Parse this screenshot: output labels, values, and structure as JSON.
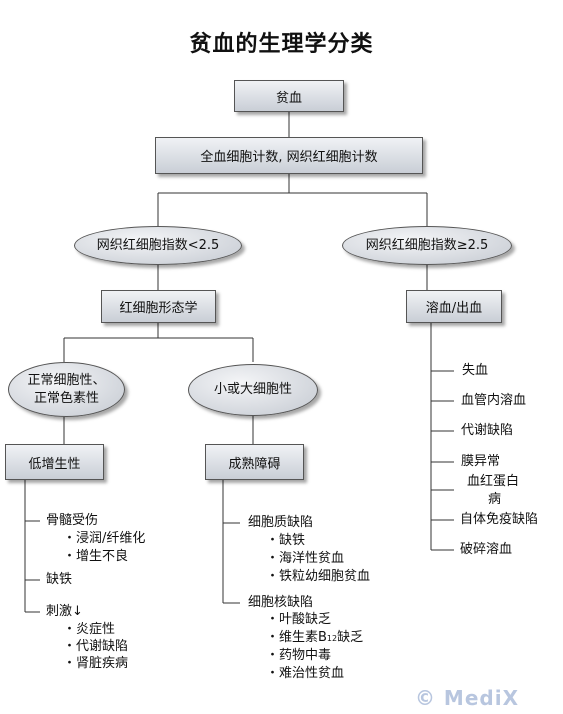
{
  "title": "贫血的生理学分类",
  "nodes": {
    "anemia": "贫血",
    "counts": "全血细胞计数, 网织红细胞计数",
    "retic_low": "网织红细胞指数<2.5",
    "retic_high": "网织红细胞指数≥2.5",
    "morphology": "红细胞形态学",
    "normo_line1": "正常细胞性、",
    "normo_line2": "正常色素性",
    "micro_macro": "小或大细胞性",
    "hypo": "低增生性",
    "maturation": "成熟障碍",
    "hemolysis": "溶血/出血"
  },
  "hypo_list": {
    "marrow": "骨髓受伤",
    "marrow_1": "・浸润/纤维化",
    "marrow_2": "・增生不良",
    "iron": "缺铁",
    "stim": "刺激↓",
    "stim_1": "・炎症性",
    "stim_2": "・代谢缺陷",
    "stim_3": "・肾脏疾病"
  },
  "mat_list": {
    "cyto": "细胞质缺陷",
    "cyto_1": "・缺铁",
    "cyto_2": "・海洋性贫血",
    "cyto_3": "・铁粒幼细胞贫血",
    "nuc": "细胞核缺陷",
    "nuc_1": "・叶酸缺乏",
    "nuc_2_pre": "・维生素B",
    "nuc_2_sub": "12",
    "nuc_2_post": "缺乏",
    "nuc_3": "・药物中毒",
    "nuc_4": "・难治性贫血"
  },
  "hem_list": {
    "i1": "失血",
    "i2": "血管内溶血",
    "i3": "代谢缺陷",
    "i4": "膜异常",
    "i5a": "血红蛋白",
    "i5b": "病",
    "i6": "自体免疫缺陷",
    "i7": "破碎溶血"
  },
  "watermark": "© MediX"
}
